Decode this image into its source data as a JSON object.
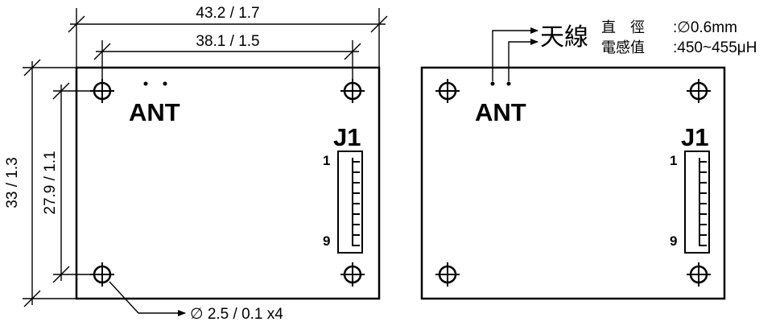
{
  "dimensions": {
    "width_outer": "43.2 / 1.7",
    "width_inner": "38.1 / 1.5",
    "height_outer": "33 / 1.3",
    "height_inner": "27.9 / 1.1",
    "hole": "∅ 2.5 / 0.1 x4"
  },
  "left_board": {
    "ant_label": "ANT",
    "connector_label": "J1",
    "pin_first": "1",
    "pin_last": "9"
  },
  "right_board": {
    "ant_label": "ANT",
    "connector_label": "J1",
    "pin_first": "1",
    "pin_last": "9"
  },
  "antenna_spec": {
    "name": "天線",
    "diameter_label": "直　徑",
    "diameter_value": ":∅0.6mm",
    "inductance_label": "電感值",
    "inductance_value": ":450~455μH"
  }
}
